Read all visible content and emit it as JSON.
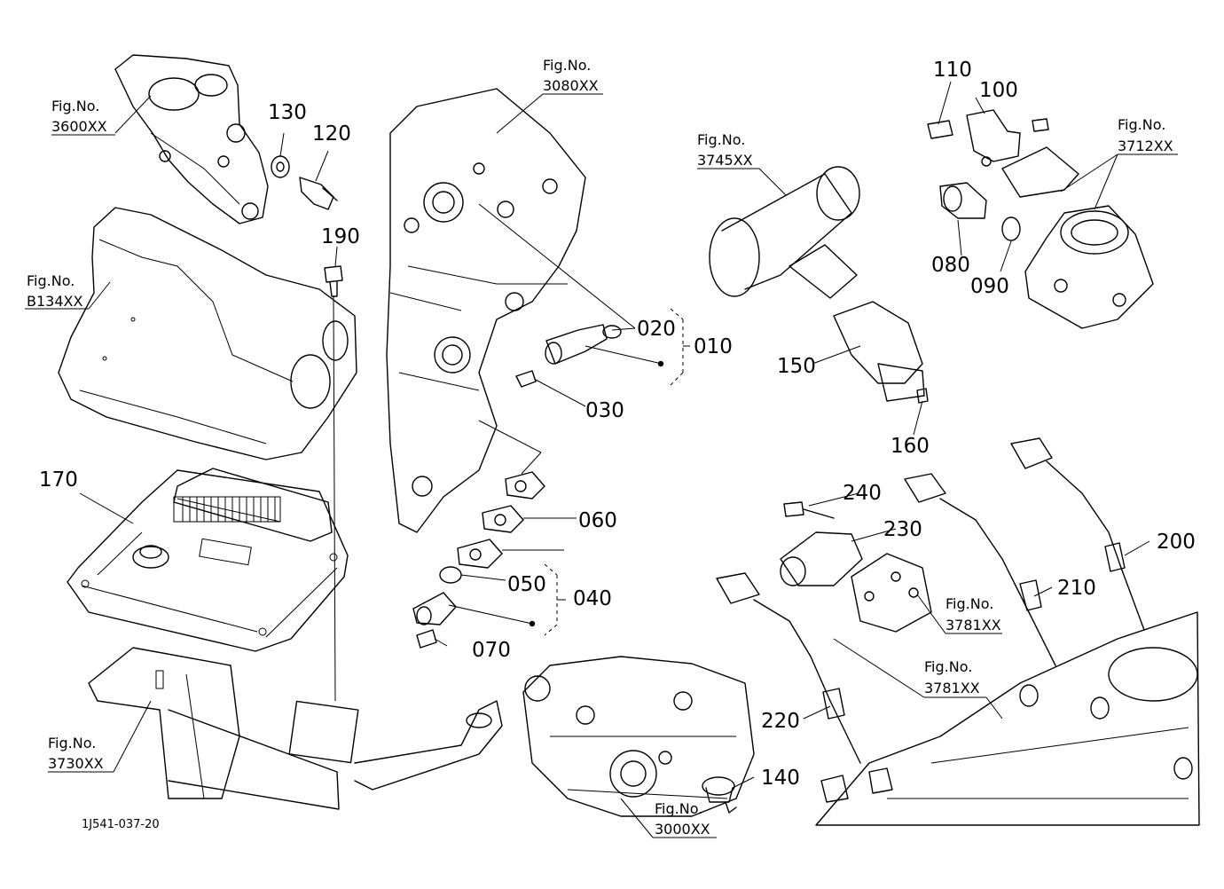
{
  "diagram": {
    "drawing_code": "1J541-037-20",
    "fig_refs": {
      "fig_3600": {
        "label": "Fig.No.",
        "number": "3600XX"
      },
      "fig_3080": {
        "label": "Fig.No.",
        "number": "3080XX"
      },
      "fig_3745": {
        "label": "Fig.No.",
        "number": "3745XX"
      },
      "fig_3712": {
        "label": "Fig.No.",
        "number": "3712XX"
      },
      "fig_b134": {
        "label": "Fig.No.",
        "number": "B134XX"
      },
      "fig_3781a": {
        "label": "Fig.No.",
        "number": "3781XX"
      },
      "fig_3781b": {
        "label": "Fig.No.",
        "number": "3781XX"
      },
      "fig_3730": {
        "label": "Fig.No.",
        "number": "3730XX"
      },
      "fig_3000": {
        "label": "Fig.No.",
        "number": "3000XX"
      }
    },
    "callouts": {
      "c010": "010",
      "c020": "020",
      "c030": "030",
      "c040": "040",
      "c050": "050",
      "c060": "060",
      "c070": "070",
      "c080": "080",
      "c090": "090",
      "c100": "100",
      "c110": "110",
      "c120": "120",
      "c130": "130",
      "c140": "140",
      "c150": "150",
      "c160": "160",
      "c170": "170",
      "c190": "190",
      "c200": "200",
      "c210": "210",
      "c220": "220",
      "c230": "230",
      "c240": "240"
    }
  }
}
